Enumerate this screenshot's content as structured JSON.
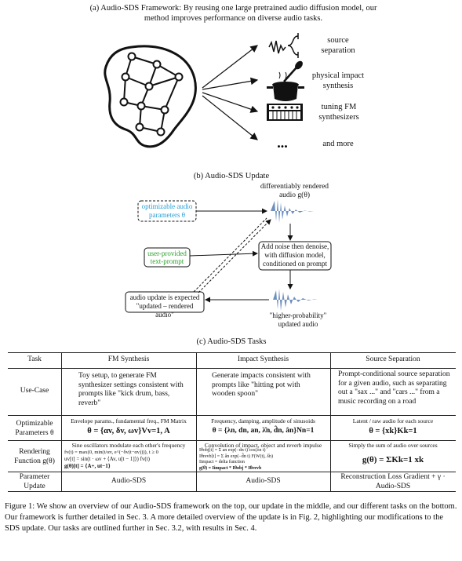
{
  "caption_a": "(a) Audio-SDS Framework: By reusing one large pretrained audio diffusion model, our method improves performance on diverse audio tasks.",
  "tasks_a": [
    {
      "label": "source separation",
      "icon": "waveform-split-icon"
    },
    {
      "label": "physical impact synthesis",
      "icon": "pot-spoon-icon"
    },
    {
      "label": "tuning FM synthesizers",
      "icon": "synthesizer-keyboard-icon"
    },
    {
      "label": "and more",
      "icon": "ellipsis-icon"
    }
  ],
  "dots": "...",
  "caption_b": "(b) Audio-SDS Update",
  "update": {
    "rendered": "differentiably rendered audio g(θ)",
    "params": "optimizable audio parameters θ",
    "prompt": "user-provided text-prompt",
    "denoise": "Add noise then denoise, with diffusion model, conditioned on prompt",
    "expected": "audio update is expected \"updated – rendered audio\"",
    "higher": "\"higher-probability\" updated audio"
  },
  "caption_c": "(c) Audio-SDS Tasks",
  "table": {
    "headers": [
      "Task",
      "FM Synthesis",
      "Impact Synthesis",
      "Source Separation"
    ],
    "rows": [
      {
        "label": "Use-Case",
        "cells": [
          "Toy setup, to generate FM synthesizer settings consistent with prompts like \"kick drum, bass, reverb\"",
          "Generate impacts consistent with prompts like \"hitting pot with wooden spoon\"",
          "Prompt-conditional source separation for a given audio, such as separating out a \"sax ...\" and \"cars ...\" from a music recording on a road"
        ]
      },
      {
        "label": "Optimizable Parameters θ",
        "notes": [
          "Envelope params., fundamental freq., FM Matrix",
          "Frequency, damping, amplitude of sinusoids",
          "Latent / raw audio for each source"
        ],
        "formulas": [
          "θ = {αv, δv, ωv}Vv=1, A",
          "θ = {λn, dn, an, λ̂n, d̂n, ân}Nn=1",
          "θ = {xk}Kk=1"
        ]
      },
      {
        "label": "Rendering Function g(θ)",
        "notes": [
          "Sine oscillators modulate each other's frequency",
          "Convolution of impact, object and reverb impulse",
          "Simply the sum of audio over sources"
        ],
        "fm_lines": [
          "fv(t) = max(0, min(t/αv, e^(−δv(t−αv)))), t ≥ 0",
          "uv[t] = sin(t · ωv + ⟨Av, u[t − 1]⟩) fv(t)",
          "g(θ)[t] = ⟨A+, ut−1⟩"
        ],
        "impact_lines": [
          "Iθobj[t] = Σ an exp(−dn t) cos(λn t)",
          "Iθrevb[t] = Σ ân exp(−d̂n t) F(W(t), λ̂n)",
          "Iimpact = delta function",
          "g(θ) = Iimpact * Iθobj * Iθrevb"
        ],
        "sep_formula": "g(θ) = ΣKk=1 xk"
      },
      {
        "label": "Parameter Update",
        "cells": [
          "Audio-SDS",
          "Audio-SDS",
          "Reconstruction Loss Gradient + γ · Audio-SDS"
        ]
      }
    ]
  },
  "figure_caption": "Figure 1: We show an overview of our Audio-SDS framework on the top, our update in the middle, and our different tasks on the bottom. Our framework is further detailed in Sec. 3. A more detailed overview of the update is in Fig. 2, highlighting our modifications to the SDS update. Our tasks are outlined further in Sec. 3.2, with results in Sec. 4.",
  "colors": {
    "params": "#2a9fd6",
    "prompt": "#2ca02c",
    "wave": "#6f8fbf"
  }
}
